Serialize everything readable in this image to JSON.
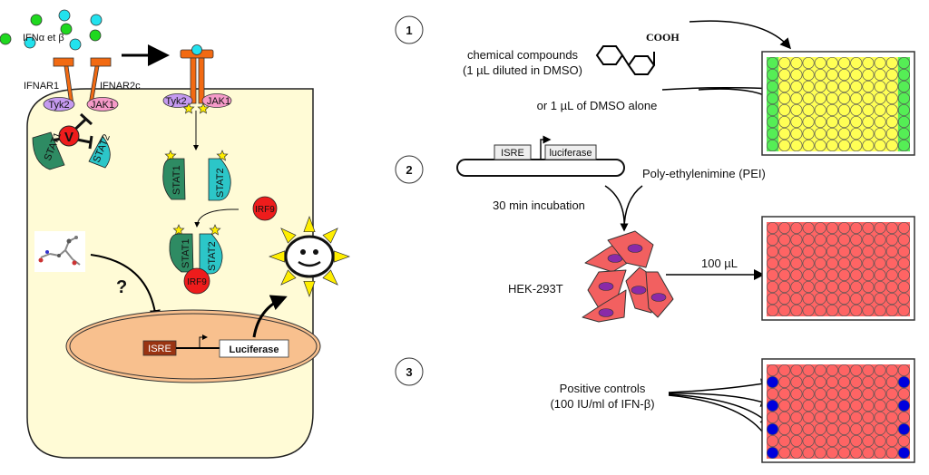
{
  "left_panel": {
    "ligand_label": "IFNα et β",
    "receptor1_label": "IFNAR1",
    "receptor2_label": "IFNAR2c",
    "kinase1": "Tyk2",
    "kinase2": "JAK1",
    "virus_label": "V",
    "stat1": "STAT1",
    "stat2": "STAT2",
    "irf9": "IRF9",
    "question": "?",
    "isre": "ISRE",
    "luciferase": "Luciferase",
    "colors": {
      "cell": "#fffbd6",
      "nucleus": "#f8c08e",
      "receptor": "#f26a12",
      "tyk2": "#c59af0",
      "jak1": "#f59ac8",
      "stat1": "#2e8b63",
      "stat2": "#2cc6c8",
      "irf9": "#ee1c1c",
      "ligand_green": "#1fd81f",
      "ligand_cyan": "#22e2ee",
      "isre_box": "#9a3412",
      "sun": "#ffee00"
    }
  },
  "right_panel": {
    "step1": {
      "number": "1",
      "text_line1": "chemical compounds",
      "text_line2": "(1 µL diluted in DMSO)",
      "text_line3": "or 1  µL of DMSO alone",
      "molecule_group": "COOH"
    },
    "step2": {
      "number": "2",
      "plasmid_isre": "ISRE",
      "plasmid_luc": "luciferase",
      "reagent": "Poly-ethylenimine (PEI)",
      "incubation": "30 min incubation",
      "cells": "HEK-293T",
      "volume": "100 µL"
    },
    "step3": {
      "number": "3",
      "text_line1": "Positive controls",
      "text_line2": "(100 IU/ml of IFN-β)"
    },
    "plate": {
      "rows": 8,
      "columns": 12,
      "colors": {
        "yellow": "#ffff55",
        "green": "#55ee55",
        "red": "#ff6464",
        "blue": "#0000dd"
      }
    }
  }
}
